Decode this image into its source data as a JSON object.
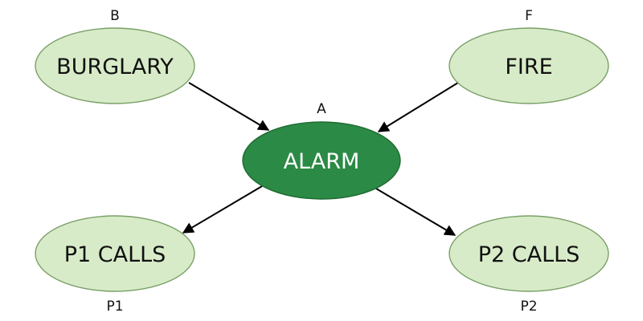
{
  "nodes": {
    "burglary": {
      "label": "BURGLARY",
      "tag": "B"
    },
    "fire": {
      "label": "FIRE",
      "tag": "F"
    },
    "alarm": {
      "label": "ALARM",
      "tag": "A"
    },
    "p1": {
      "label": "P1 CALLS",
      "tag": "P1"
    },
    "p2": {
      "label": "P2 CALLS",
      "tag": "P2"
    }
  },
  "edges": [
    {
      "from": "burglary",
      "to": "alarm"
    },
    {
      "from": "fire",
      "to": "alarm"
    },
    {
      "from": "alarm",
      "to": "p1"
    },
    {
      "from": "alarm",
      "to": "p2"
    }
  ],
  "colors": {
    "light_fill": "#d8ebc8",
    "light_stroke": "#7aa068",
    "dark_fill": "#2b8a45",
    "dark_stroke": "#1e6b33",
    "light_text": "#111111",
    "dark_text": "#ffffff"
  }
}
